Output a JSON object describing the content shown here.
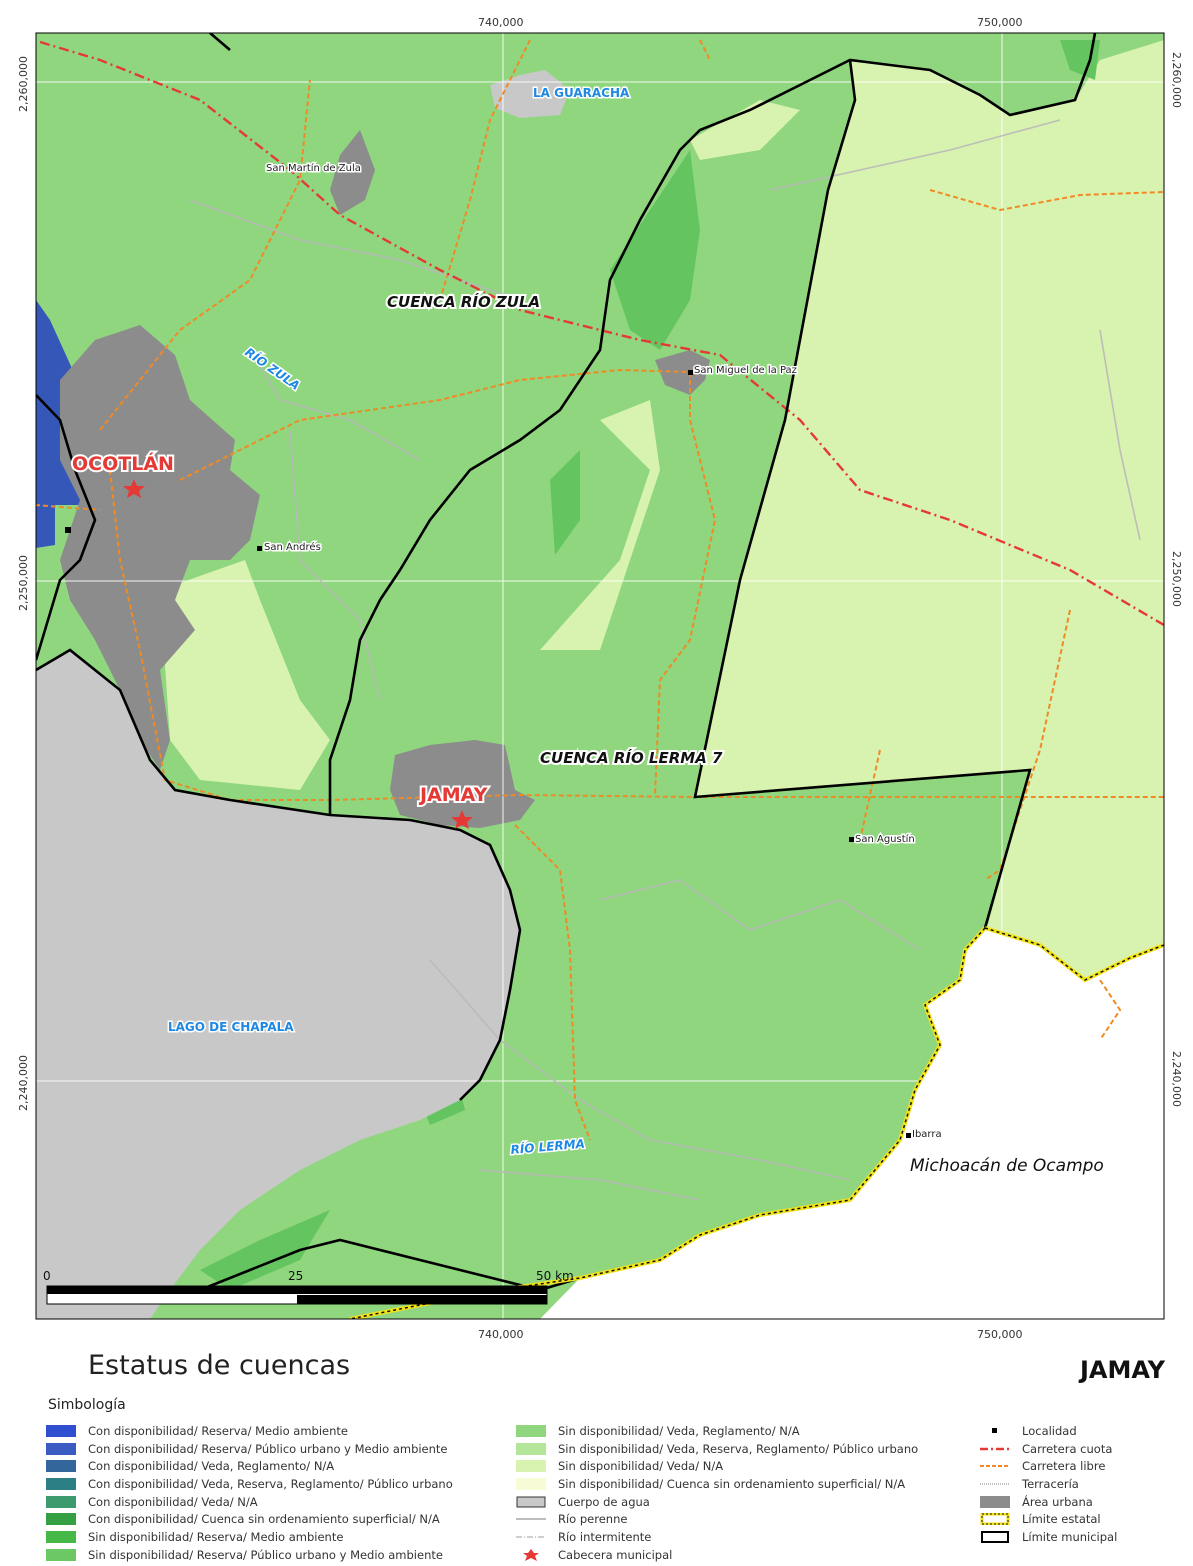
{
  "map": {
    "title": "Estatus de cuencas",
    "municipality": "JAMAY",
    "coords": {
      "top": [
        "740,000",
        "750,000"
      ],
      "bottom": [
        "740,000",
        "750,000"
      ],
      "left": [
        "2,260,000",
        "2,250,000",
        "2,240,000"
      ],
      "right": [
        "2,260,000",
        "2,250,000",
        "2,240,000"
      ]
    },
    "labels": {
      "la_guaracha": "LA GUARACHA",
      "san_martin": "San Martín de Zula",
      "cuenca_zula": "CUENCA RÍO ZULA",
      "rio_zula": "RÍO ZULA",
      "san_miguel": "San Miguel de la Paz",
      "ocotlan": "OCOTLÁN",
      "san_andres": "San Andrés",
      "cuenca_lerma": "CUENCA RÍO LERMA 7",
      "jamay": "JAMAY",
      "san_agustin": "San Agustín",
      "lago_chapala": "LAGO DE CHAPALA",
      "rio_lerma": "RÍO LERMA",
      "ibarra": "Ibarra",
      "michoacan": "Michoacán de Ocampo"
    },
    "scale": {
      "ticks": [
        "0",
        "25",
        "50 km"
      ]
    },
    "colors": {
      "sin_veda_reglamento": "#8fd67f",
      "sin_cuenca_sin_ord": "#d8f2b0",
      "sin_reserva_pu": "#64c45f",
      "cuerpo_agua": "#c8c8c8",
      "area_urbana": "#8c8c8c",
      "con_reserva_pu": "#3558b8"
    }
  },
  "legend": {
    "title": "Simbología",
    "col1": [
      {
        "label": "Con disponibilidad/ Reserva/ Medio ambiente",
        "color": "#2f4fd0"
      },
      {
        "label": "Con disponibilidad/ Reserva/ Público urbano y Medio ambiente",
        "color": "#3a5cc2"
      },
      {
        "label": "Con disponibilidad/ Veda, Reglamento/ N/A",
        "color": "#33669a"
      },
      {
        "label": "Con disponibilidad/ Veda, Reserva, Reglamento/ Público urbano",
        "color": "#2c7f85"
      },
      {
        "label": "Con disponibilidad/ Veda/ N/A",
        "color": "#3c9a6e"
      },
      {
        "label": "Con disponibilidad/ Cuenca sin ordenamiento superficial/ N/A",
        "color": "#35a043"
      },
      {
        "label": "Sin disponibilidad/ Reserva/ Medio ambiente",
        "color": "#45b848"
      },
      {
        "label": "Sin disponibilidad/ Reserva/ Público urbano y Medio ambiente",
        "color": "#6cc865"
      }
    ],
    "col2": [
      {
        "label": "Sin disponibilidad/ Veda, Reglamento/ N/A",
        "color": "#8fd67f",
        "kind": "fill"
      },
      {
        "label": "Sin disponibilidad/ Veda, Reserva, Reglamento/ Público urbano",
        "color": "#b5e59b",
        "kind": "fill"
      },
      {
        "label": "Sin disponibilidad/ Veda/ N/A",
        "color": "#d8f2b0",
        "kind": "fill"
      },
      {
        "label": "Sin disponibilidad/ Cuenca sin ordenamiento superficial/ N/A",
        "color": "#f7fbd6",
        "kind": "fill"
      },
      {
        "label": "Cuerpo de agua",
        "color": "#c8c8c8",
        "kind": "box"
      },
      {
        "label": "Río perenne",
        "color": "#bdbdbd",
        "kind": "line"
      },
      {
        "label": "Río intermitente",
        "color": "#bdbdbd",
        "kind": "dashline"
      },
      {
        "label": "Cabecera municipal",
        "color": "#e53935",
        "kind": "star"
      }
    ],
    "col3": [
      {
        "label": "Localidad",
        "kind": "dot",
        "color": "#000000"
      },
      {
        "label": "Carretera cuota",
        "kind": "dashdot",
        "color": "#e53935"
      },
      {
        "label": "Carretera libre",
        "kind": "dash",
        "color": "#f08a24"
      },
      {
        "label": "Terracería",
        "kind": "dotted",
        "color": "#aaaaaa"
      },
      {
        "label": "Área urbana",
        "kind": "fill",
        "color": "#8c8c8c"
      },
      {
        "label": "Límite estatal",
        "kind": "state",
        "color": "#f2e21a"
      },
      {
        "label": "Límite municipal",
        "kind": "muni",
        "color": "#000000"
      }
    ]
  }
}
